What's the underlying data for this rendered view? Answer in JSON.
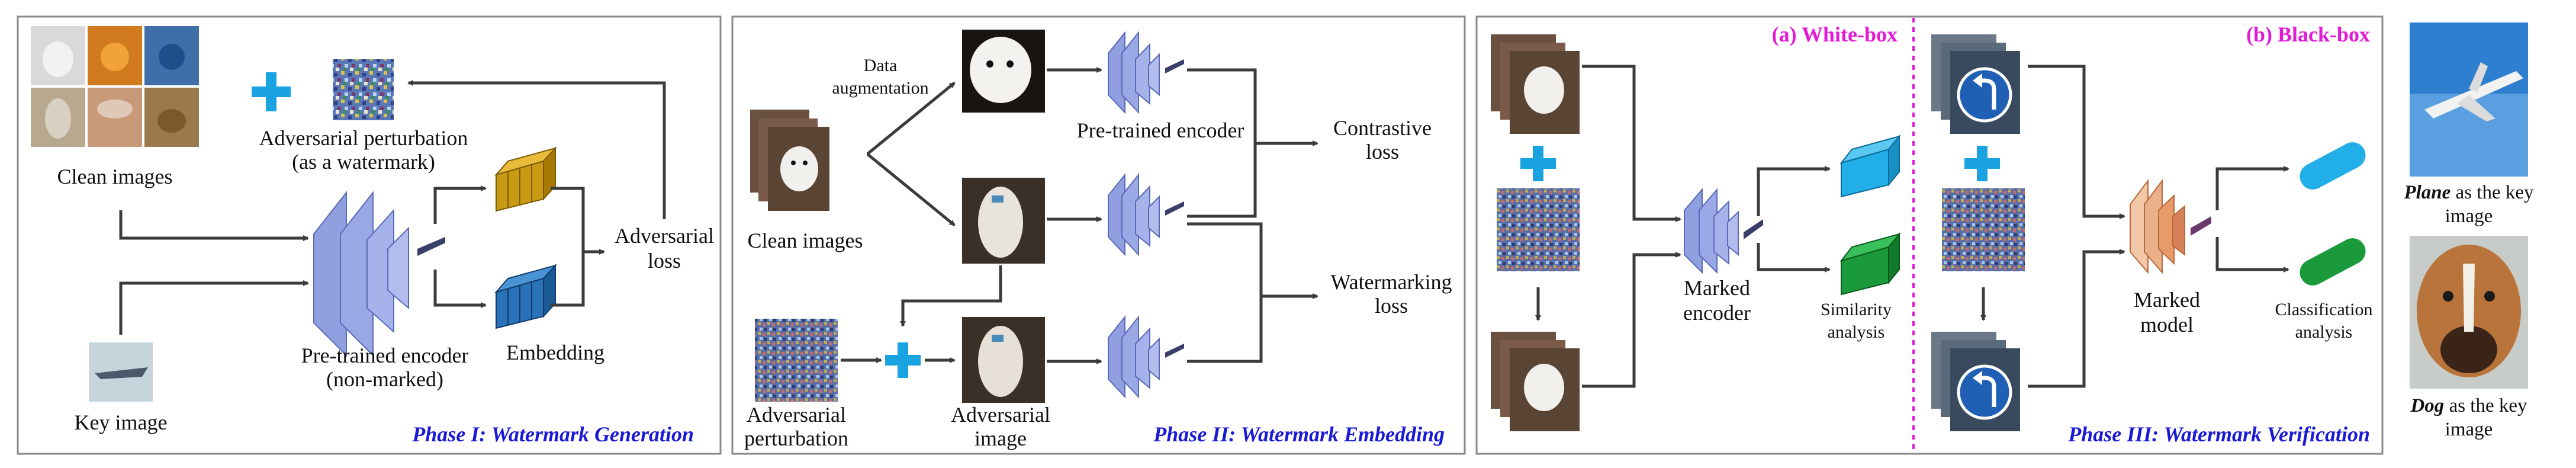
{
  "phase1": {
    "title": "Phase I: Watermark Generation",
    "clean_images": "Clean images",
    "key_image": "Key image",
    "adv_pert_1": "Adversarial perturbation",
    "adv_pert_2": "(as a watermark)",
    "encoder_1": "Pre-trained encoder",
    "encoder_2": "(non-marked)",
    "embedding": "Embedding",
    "adv_loss_1": "Adversarial",
    "adv_loss_2": "loss"
  },
  "phase2": {
    "title": "Phase II: Watermark Embedding",
    "data_aug_1": "Data",
    "data_aug_2": "augmentation",
    "clean_images": "Clean images",
    "encoder": "Pre-trained encoder",
    "contrastive_1": "Contrastive",
    "contrastive_2": "loss",
    "watermarking_1": "Watermarking",
    "watermarking_2": "loss",
    "adv_pert_1": "Adversarial",
    "adv_pert_2": "perturbation",
    "adv_image_1": "Adversarial",
    "adv_image_2": "image"
  },
  "phase3": {
    "title": "Phase III: Watermark Verification",
    "whitebox": "(a) White-box",
    "blackbox": "(b) Black-box",
    "marked_encoder_1": "Marked",
    "marked_encoder_2": "encoder",
    "similarity_1": "Similarity",
    "similarity_2": "analysis",
    "marked_model_1": "Marked",
    "marked_model_2": "model",
    "classification_1": "Classification",
    "classification_2": "analysis"
  },
  "keys": {
    "plane_bold": "Plane",
    "plane_rest_1": " as the key",
    "plane_rest_2": "image",
    "dog_bold": "Dog",
    "dog_rest_1": " as the key",
    "dog_rest_2": "image"
  },
  "colors": {
    "phase_title": "#1a1ad6",
    "box_tag": "#e21ad6",
    "plus": "#19a3e0",
    "encoder": "#8f9fe0",
    "embedding_gold": "#c99a14",
    "embedding_blue": "#2a72b8",
    "vec_cyan": "#22aee6",
    "vec_green": "#1a9a3a",
    "model_orange": "#e89a6a"
  }
}
